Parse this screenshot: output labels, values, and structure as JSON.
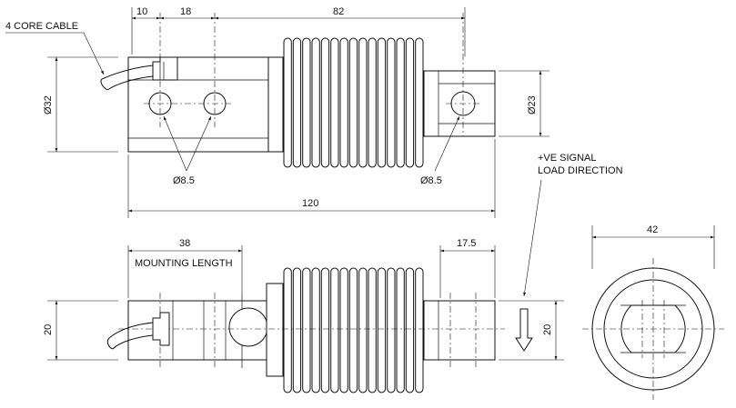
{
  "labels": {
    "cable": "4 CORE CABLE",
    "mounting_length": "MOUNTING LENGTH",
    "signal_line1": "+VE SIGNAL",
    "signal_line2": "LOAD DIRECTION"
  },
  "dimensions": {
    "top_10": "10",
    "top_18": "18",
    "top_82": "82",
    "dia_32": "Ø32",
    "dia_23": "Ø23",
    "hole_left": "Ø8.5",
    "hole_right": "Ø8.5",
    "len_120": "120",
    "side_38": "38",
    "side_17_5": "17.5",
    "side_20_left": "20",
    "side_20_right": "20",
    "end_42": "42"
  },
  "colors": {
    "line": "#111111",
    "shading": "#d9d9d9",
    "background": "#ffffff"
  }
}
